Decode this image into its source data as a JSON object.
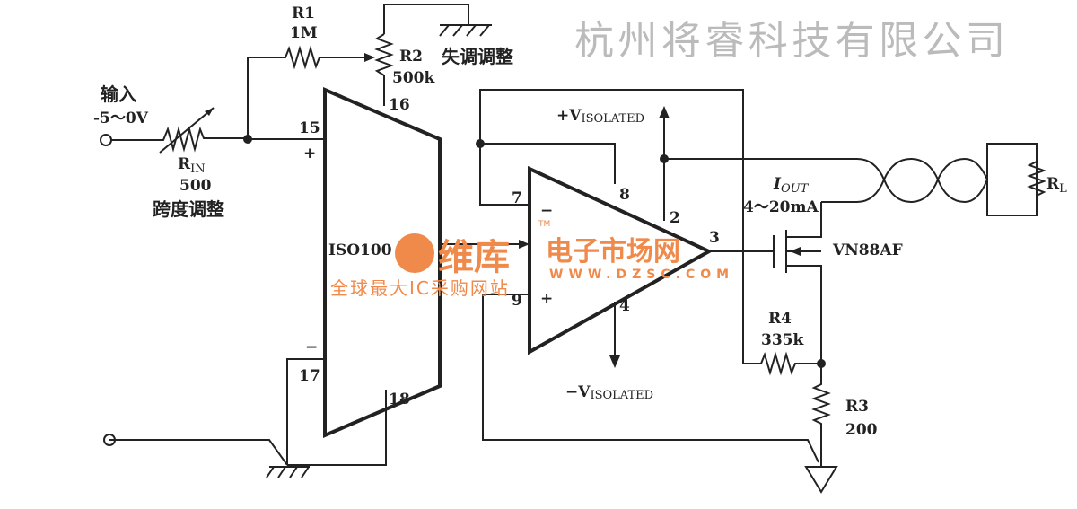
{
  "labels": {
    "input": "输入",
    "input_range": "-5～0V",
    "rin": "R",
    "rin_sub": "IN",
    "rin_value": "500",
    "span_adjust": "跨度调整",
    "r1": "R1",
    "r1_value": "1M",
    "r2": "R2",
    "r2_value": "500k",
    "offset_adjust": "失调调整",
    "iso_chip": "ISO100",
    "pin15": "15",
    "pin16": "16",
    "pin17": "17",
    "pin18": "18",
    "pin7": "7",
    "pin8": "8",
    "pin2": "2",
    "pin3": "3",
    "pin4": "4",
    "pin9": "9",
    "plus": "+",
    "minus": "−",
    "vpos": "+V",
    "vpos_sub": "ISOLATED",
    "vneg": "−V",
    "vneg_sub": "ISOLATED",
    "iout": "I",
    "iout_sub": "OUT",
    "iout_range": "4～20mA",
    "rl": "R",
    "rl_sub": "L",
    "mosfet": "VN88AF",
    "r4": "R4",
    "r4_value": "335k",
    "r3": "R3",
    "r3_value": "200",
    "tm": "TM"
  },
  "watermark": {
    "background": "杭州将睿科技有限公司",
    "brand": "维库",
    "brand_tail": "电子市场网",
    "url": "WWW.DZSC.COM",
    "slogan": "全球最大IC采购网站",
    "color": "#f08a4b"
  }
}
